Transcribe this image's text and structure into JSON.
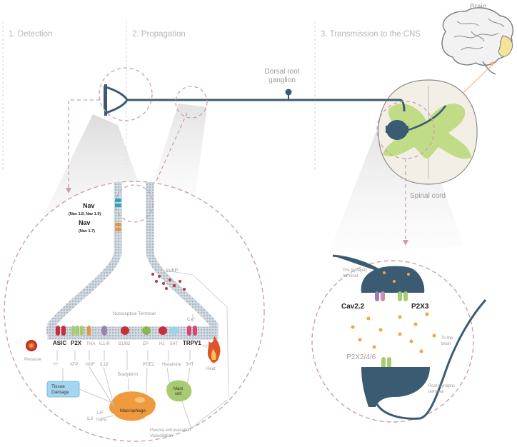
{
  "stages": {
    "detection": "1. Detection",
    "propagation": "2. Propagation",
    "transmission": "3. Transmission to the CNS"
  },
  "labels": {
    "brain": "Brain",
    "drg_line1": "Dorsal root",
    "drg_line2": "ganglion",
    "spinal_cord": "Spinal cord",
    "nav_top": "Nav",
    "nav_top_sub": "(Nav 1.8, Nav 1.9)",
    "nav_bottom": "Nav",
    "nav_bottom_sub": "(Nav 1.7)",
    "subp": "SubP",
    "nociceptive_terminal": "Nociceptive Terminal",
    "ca2": "Ca²⁺",
    "h_plus_right": "H⁺"
  },
  "receptors": {
    "asic": "ASIC",
    "p2x": "P2X",
    "trka": "TrkA",
    "il1r": "IL1-R",
    "b1b2": "B1/B2",
    "ep": "EP",
    "h1": "H1",
    "ht5": "5HT",
    "trpv1": "TRPV1"
  },
  "ligands": {
    "h_plus": "H⁺",
    "atp": "ATP",
    "ngf": "NGF",
    "il1b": "IL1β",
    "bradykinin": "Bradykinin",
    "pge2": "PGE2",
    "histamine": "Histamine",
    "ht5": "5HT"
  },
  "stimuli": {
    "pressure": "Pressure",
    "heat": "Heat"
  },
  "cells": {
    "tissue_damage_line1": "Tissue",
    "tissue_damage_line2": "Damage",
    "macrophage": "Macrophage",
    "mast_line1": "Mast",
    "mast_line2": "cell",
    "il6": "IL6",
    "lif": "LIF",
    "tnfa": "TNFα",
    "plasma_line1": "Plasma extravasation",
    "plasma_line2": "Vasodilation"
  },
  "synapse": {
    "pre_line1": "Pre-Synaptic",
    "pre_line2": "terminal",
    "cav": "Cav2.2",
    "p2x3": "P2X3",
    "p2x246": "P2X2/4/6",
    "brain_line1": "To the",
    "brain_line2": "brain",
    "post_line1": "Post-Synaptic",
    "post_line2": "terminal"
  },
  "colors": {
    "axon": "#3b5b73",
    "dashed": "#c9a0b0",
    "grey_matter": "#c1dc86",
    "spinal_fill": "#f3efe6",
    "vesicle": "#f5a542",
    "channel_red": "#c62f3b",
    "channel_green": "#a7cc6f",
    "channel_orange": "#e9953b",
    "channel_teal": "#2aa7bf",
    "channel_purple": "#9d7fb3",
    "macrophage": "#ef9a3d",
    "tissue": "#a4d6ef",
    "mast": "#a7cc6f"
  }
}
